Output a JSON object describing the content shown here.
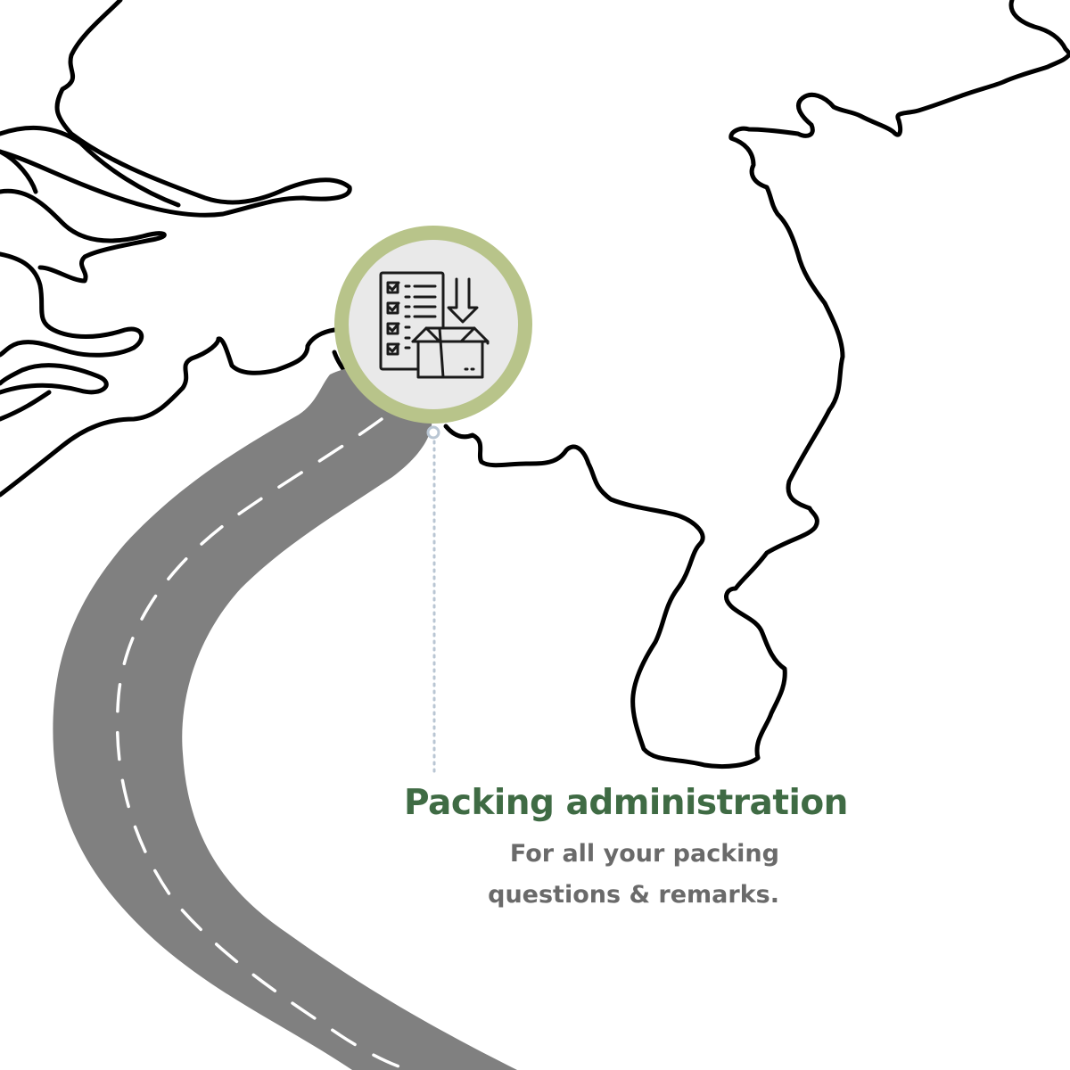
{
  "card": {
    "title": "Packing administration",
    "subtitle_line1": "For all your packing",
    "subtitle_line2": "questions & remarks."
  },
  "icon": {
    "name": "packing-checklist-box-icon"
  },
  "colors": {
    "title": "#3f6b44",
    "subtitle": "#6a6a6a",
    "badge_ring": "#b8c48a",
    "badge_fill": "#e9e9e9",
    "road": "#808080",
    "road_dash": "#ffffff",
    "map_line": "#000000",
    "connector": "#b9c6d3"
  }
}
